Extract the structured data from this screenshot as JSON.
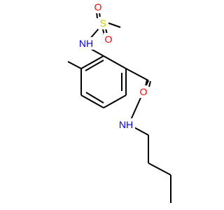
{
  "molecule": {
    "atoms": [
      {
        "id": "S",
        "label": "S",
        "color": "#cccc00"
      },
      {
        "id": "O1",
        "label": "O",
        "color": "#ff0000"
      },
      {
        "id": "O2",
        "label": "O",
        "color": "#ff0000"
      },
      {
        "id": "N1",
        "label": "NH",
        "color": "#0000ff"
      },
      {
        "id": "O3",
        "label": "O",
        "color": "#ff0000"
      },
      {
        "id": "N2",
        "label": "NH",
        "color": "#0000ff"
      }
    ]
  }
}
